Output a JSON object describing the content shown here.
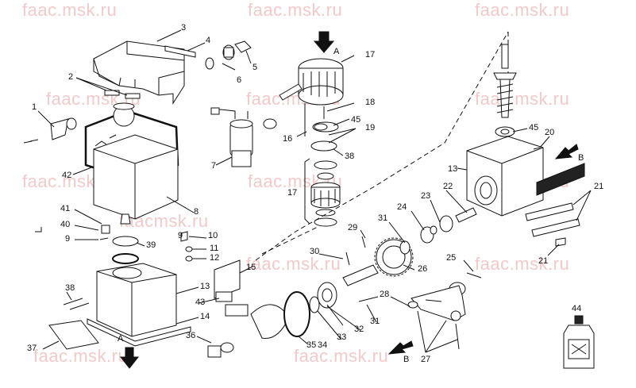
{
  "watermark": "faac.msk.ru",
  "watermark_alt": "faacmsk.ru",
  "arrow_label_a": "A",
  "arrow_label_b": "B",
  "labels": {
    "p1": "1",
    "p2": "2",
    "p3": "3",
    "p4": "4",
    "p5": "5",
    "p6": "6",
    "p7": "7",
    "p8": "8",
    "p9a": "9",
    "p9b": "9",
    "p10": "10",
    "p11": "11",
    "p12": "12",
    "p13a": "13",
    "p13b": "13",
    "p14": "14",
    "p15": "15",
    "p16": "16",
    "p17a": "17",
    "p17b": "17",
    "p18": "18",
    "p19": "19",
    "p20": "20",
    "p21a": "21",
    "p21b": "21",
    "p22": "22",
    "p23": "23",
    "p24": "24",
    "p25": "25",
    "p26": "26",
    "p27": "27",
    "p28": "28",
    "p29": "29",
    "p30": "30",
    "p31a": "31",
    "p31b": "31",
    "p32": "32",
    "p33": "33",
    "p34": "34",
    "p35": "35",
    "p36": "36",
    "p37": "37",
    "p38a": "38",
    "p38b": "38",
    "p39": "39",
    "p40": "40",
    "p41": "41",
    "p42": "42",
    "p43": "43",
    "p44": "44",
    "p45a": "45",
    "p45b": "45"
  }
}
